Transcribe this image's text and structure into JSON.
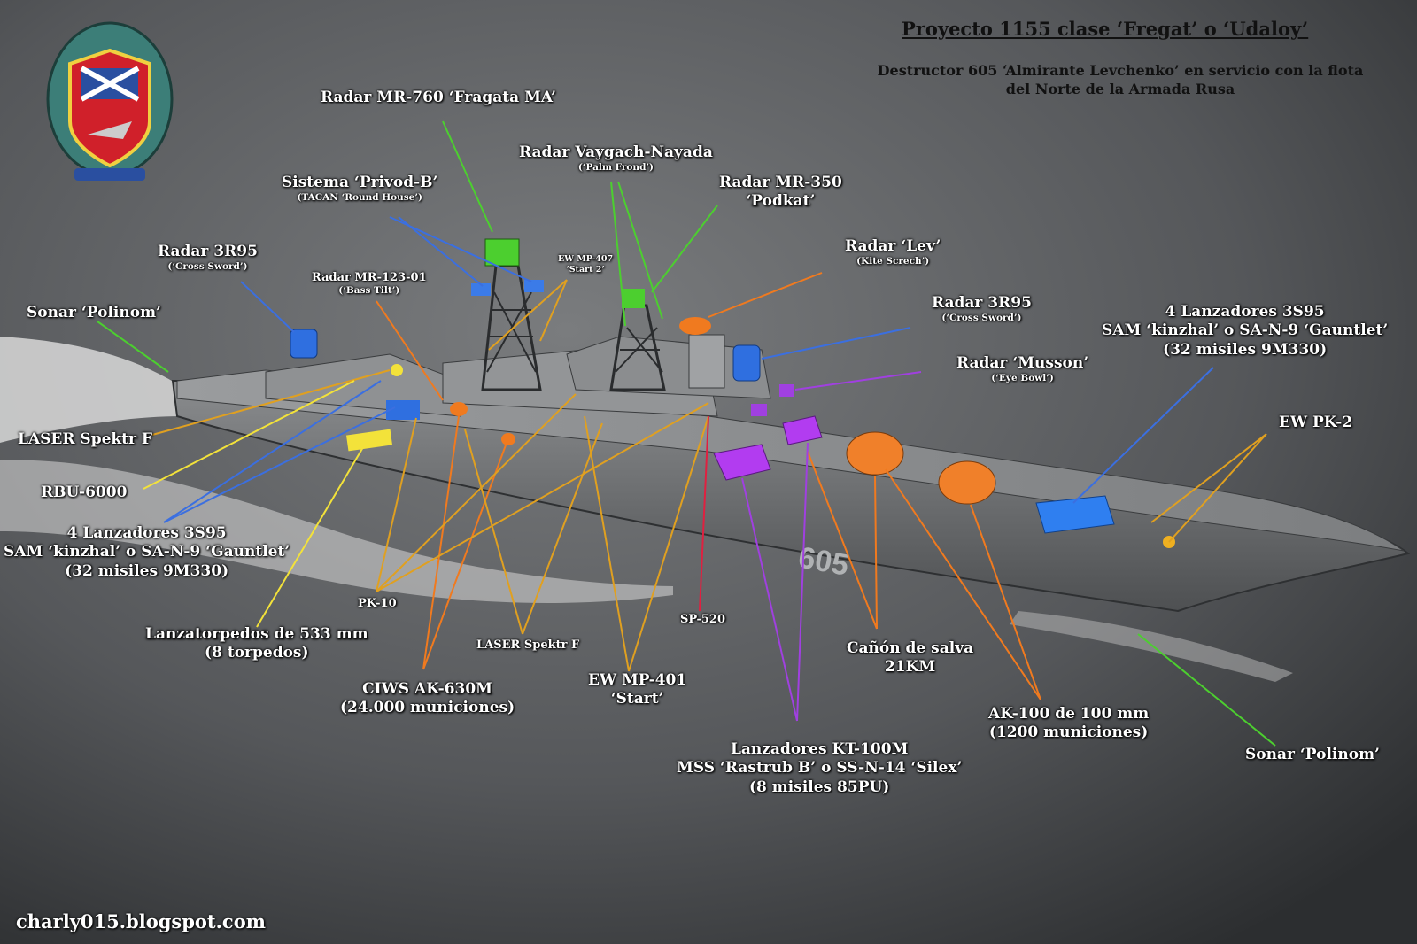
{
  "title": "Proyecto 1155 clase ‘Fregat’ o ‘Udaloy’",
  "subtitle": [
    "Destructor 605 ‘Almirante Levchenko’ en servicio con la flota",
    "del Norte de la Armada Rusa"
  ],
  "labels": {
    "radar_mr760": [
      "Radar MR-760 ‘Fragata MA’"
    ],
    "vaygach": [
      "Radar Vaygach-Nayada",
      "(‘Palm Frond’)"
    ],
    "privod": [
      "Sistema ‘Privod-B’",
      "(TACAN ‘Round House’)"
    ],
    "mr350": [
      "Radar MR-350",
      "‘Podkat’"
    ],
    "mp407": [
      "EW MP-407",
      "‘Start 2’"
    ],
    "r3r95_aft": [
      "Radar 3R95",
      "(‘Cross Sword’)"
    ],
    "mr123": [
      "Radar MR-123-01",
      "(‘Bass Tilt’)"
    ],
    "lev": [
      "Radar ‘Lev’",
      "(Kite Screch’)"
    ],
    "sonar_aft": [
      "Sonar ‘Polinom’"
    ],
    "r3r95_fore": [
      "Radar 3R95",
      "(‘Cross Sword’)"
    ],
    "sam_fore": [
      "4 Lanzadores 3S95",
      "SAM ‘kinzhal’ o SA-N-9 ‘Gauntlet’",
      "(32 misiles 9M330)"
    ],
    "musson": [
      "Radar ‘Musson’",
      "(‘Eye Bowl’)"
    ],
    "pk2": [
      "EW PK-2"
    ],
    "laser_aft": [
      "LASER Spektr F"
    ],
    "rbu": [
      "RBU-6000"
    ],
    "sam_aft": [
      "4 Lanzadores 3S95",
      "SAM ‘kinzhal’ o SA-N-9 ‘Gauntlet’",
      "(32 misiles 9M330)"
    ],
    "pk10": [
      "PK-10"
    ],
    "torpedos": [
      "Lanzatorpedos de 533 mm",
      "(8 torpedos)"
    ],
    "laser_fore": [
      "LASER Spektr F"
    ],
    "sp520": [
      "SP-520"
    ],
    "salva": [
      "Cañón de salva",
      "21KM"
    ],
    "ciws": [
      "CIWS AK-630M",
      "(24.000 municiones)"
    ],
    "mp401": [
      "EW MP-401",
      "‘Start’"
    ],
    "ak100": [
      "AK-100 de 100 mm",
      "(1200 municiones)"
    ],
    "kt100m": [
      "Lanzadores KT-100M",
      "MSS ‘Rastrub B’ o SS-N-14 ‘Silex’",
      "(8 misiles 85PU)"
    ],
    "sonar_fore": [
      "Sonar ‘Polinom’"
    ]
  },
  "watermark": "charly015.blogspot.com",
  "colors": {
    "green": "#4ccf2f",
    "blue": "#2f6fe0",
    "orange": "#f07a1f",
    "yellow": "#f3e23a",
    "gold": "#e0a020",
    "purple": "#a040e0",
    "red": "#e02040"
  }
}
